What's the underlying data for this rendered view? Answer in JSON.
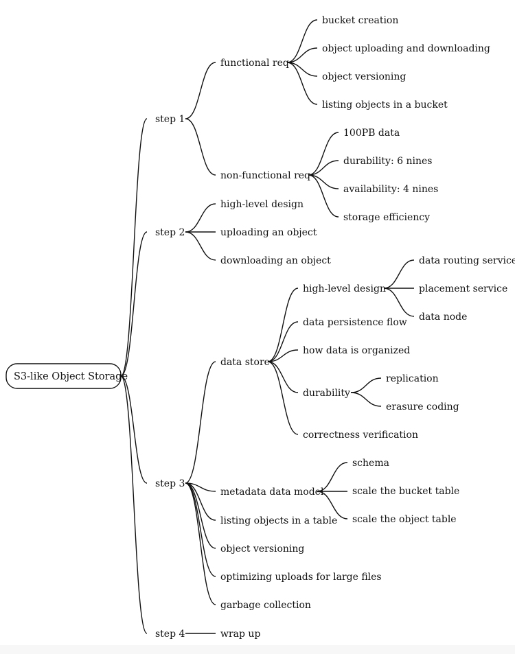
{
  "root": {
    "label": "S3-like Object Storage",
    "children": [
      {
        "label": "step 1",
        "children": [
          {
            "label": "functional req",
            "children": [
              {
                "label": "bucket creation"
              },
              {
                "label": "object uploading and downloading"
              },
              {
                "label": "object versioning"
              },
              {
                "label": "listing objects in a bucket"
              }
            ]
          },
          {
            "label": "non-functional req",
            "children": [
              {
                "label": "100PB data"
              },
              {
                "label": "durability: 6 nines"
              },
              {
                "label": "availability: 4 nines"
              },
              {
                "label": "storage efficiency"
              }
            ]
          }
        ]
      },
      {
        "label": "step 2",
        "children": [
          {
            "label": "high-level design"
          },
          {
            "label": "uploading an object"
          },
          {
            "label": "downloading an object"
          }
        ]
      },
      {
        "label": "step 3",
        "children": [
          {
            "label": "data store",
            "children": [
              {
                "label": "high-level design",
                "children": [
                  {
                    "label": "data routing service"
                  },
                  {
                    "label": "placement service"
                  },
                  {
                    "label": "data node"
                  }
                ]
              },
              {
                "label": "data persistence flow"
              },
              {
                "label": "how data is organized"
              },
              {
                "label": "durability",
                "children": [
                  {
                    "label": "replication"
                  },
                  {
                    "label": "erasure coding"
                  }
                ]
              },
              {
                "label": "correctness verification"
              }
            ]
          },
          {
            "label": "metadata data model",
            "children": [
              {
                "label": "schema"
              },
              {
                "label": "scale the bucket table"
              },
              {
                "label": "scale the object table"
              }
            ]
          },
          {
            "label": "listing objects in a table"
          },
          {
            "label": "object versioning"
          },
          {
            "label": "optimizing uploads for large files"
          },
          {
            "label": "garbage collection"
          }
        ]
      },
      {
        "label": "step 4",
        "children": [
          {
            "label": "wrap up"
          }
        ]
      }
    ]
  }
}
